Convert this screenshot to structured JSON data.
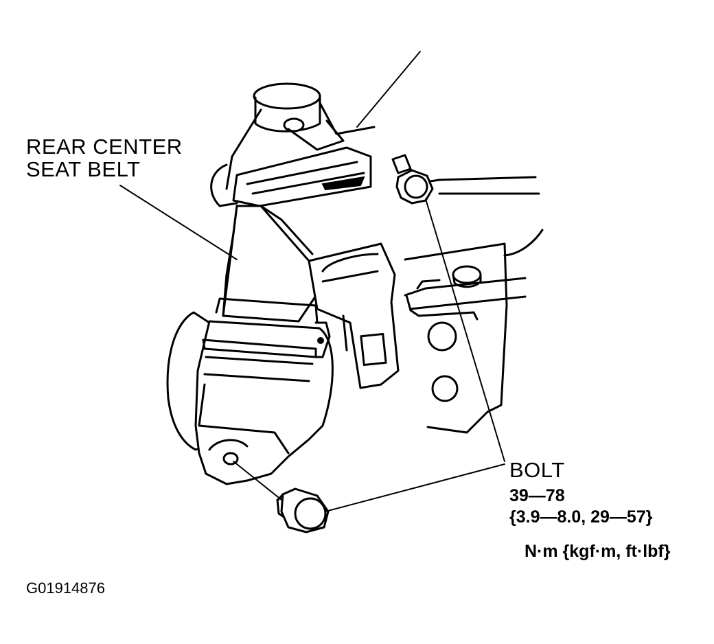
{
  "labels": {
    "rear_center_line1": "REAR CENTER",
    "rear_center_line2": "SEAT BELT",
    "bolt": "BOLT",
    "torque_nm": "39—78",
    "torque_alt": "{3.9—8.0, 29—57}",
    "units": "N·m {kgf·m, ft·lbf}"
  },
  "figure_id": "G01914876"
}
